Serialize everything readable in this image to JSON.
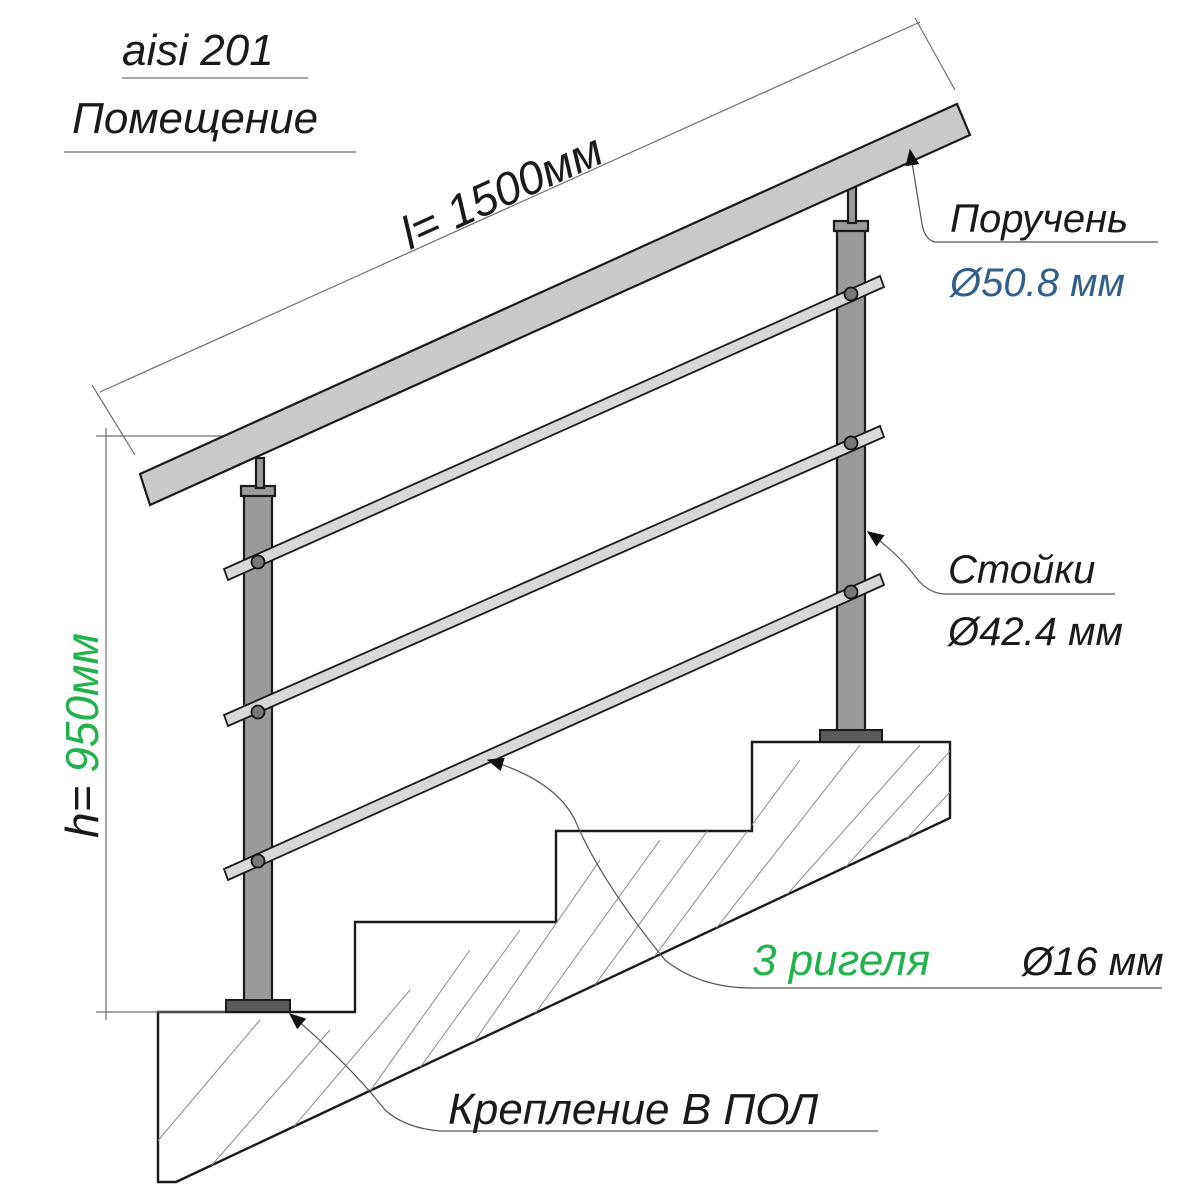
{
  "header": {
    "material": "aisi 201",
    "location": "Помещение"
  },
  "dimensions": {
    "length_label": "l= 1500мм",
    "height_prefix": "h= ",
    "height_value": "950мм"
  },
  "callouts": {
    "handrail_name": "Поручень",
    "handrail_diameter": "Ø50.8 мм",
    "posts_name": "Стойки",
    "posts_diameter": "Ø42.4 мм",
    "crossbars_name": "3 ригеля",
    "crossbars_diameter": "Ø16 мм",
    "mounting_name": "Крепление  В ПОЛ"
  },
  "colors": {
    "height_accent": "#22b24c",
    "crossbars_accent": "#22b24c",
    "handrail_diameter_accent": "#2f5f8a",
    "post_fill": "#9a9a9a",
    "handrail_fill": "#c9c9c9"
  }
}
